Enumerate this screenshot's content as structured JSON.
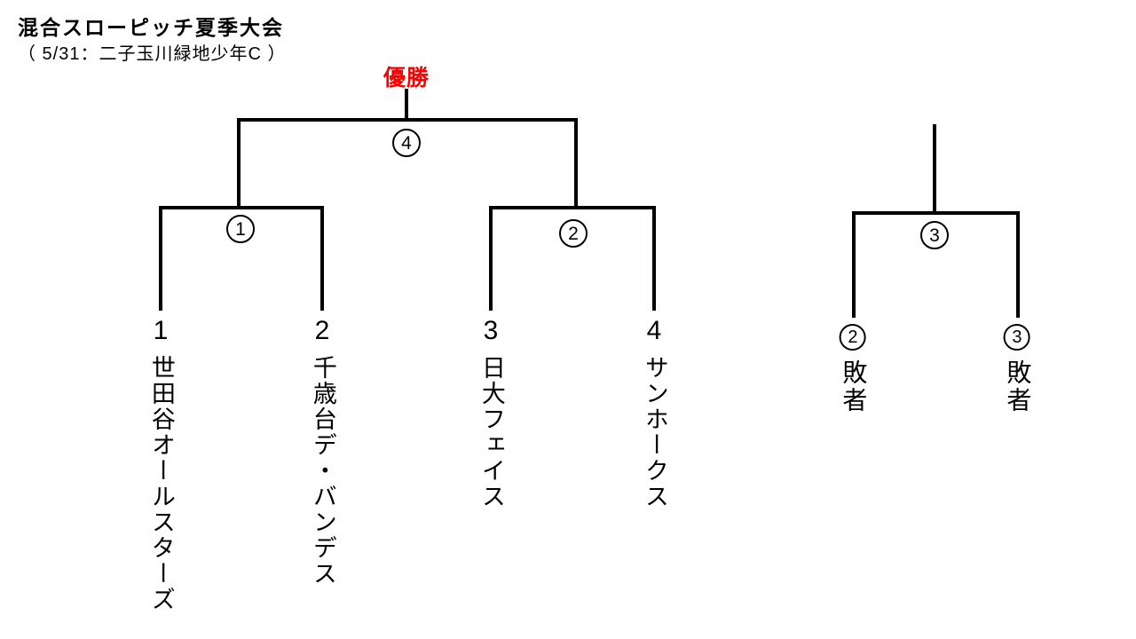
{
  "page": {
    "title": "混合スローピッチ夏季大会",
    "subtitle": "（ 5/31：二子玉川緑地少年C ）",
    "champion_label": "優勝"
  },
  "bracket": {
    "games": {
      "semifinal_left": "1",
      "semifinal_right": "2",
      "consolation": "3",
      "final": "4"
    },
    "teams": [
      {
        "seed": "1",
        "name": "世田谷オールスターズ"
      },
      {
        "seed": "2",
        "name": "千歳台デ・バンデス"
      },
      {
        "seed": "3",
        "name": "日大フェイス"
      },
      {
        "seed": "4",
        "name": "サンホークス"
      }
    ],
    "consolation_slots": [
      {
        "game_no": "2",
        "label": "敗者"
      },
      {
        "game_no": "3",
        "label": "敗者"
      }
    ]
  },
  "colors": {
    "champion_text": "#ff0000",
    "line": "#000000",
    "background": "#ffffff"
  }
}
